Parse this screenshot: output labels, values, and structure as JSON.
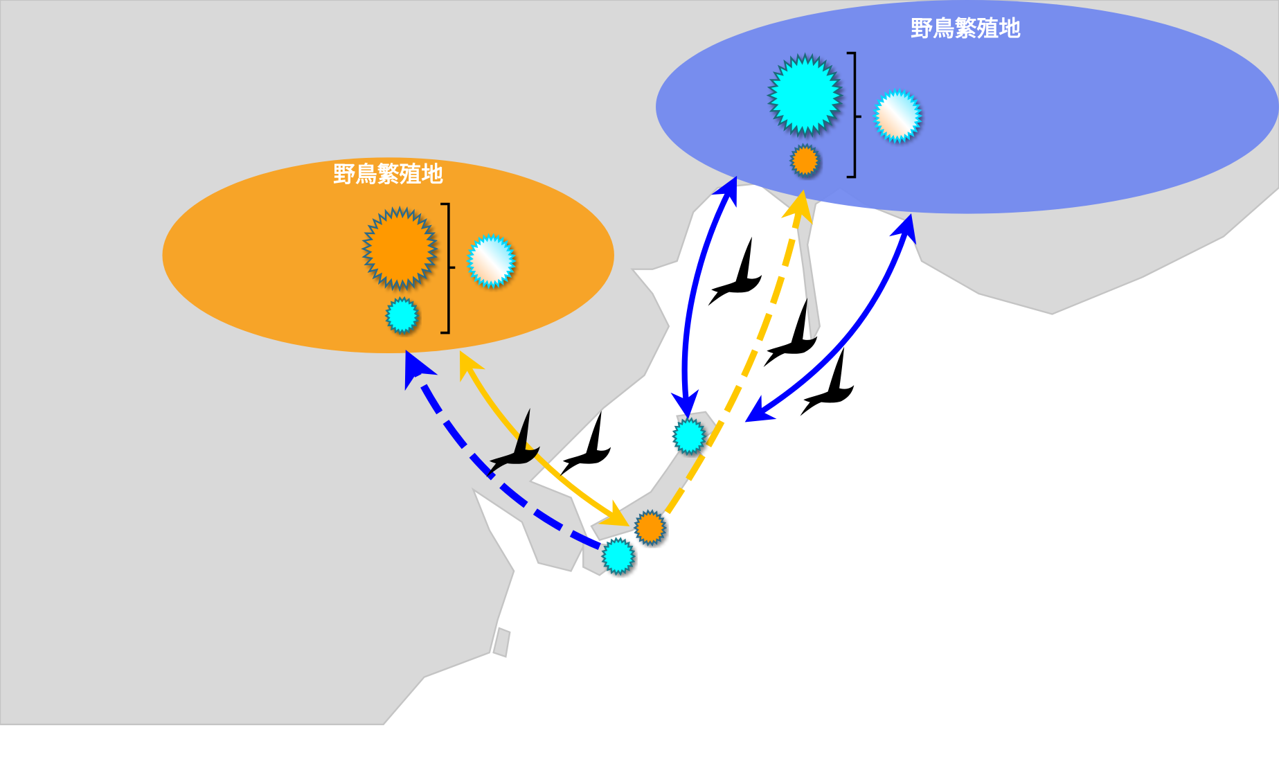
{
  "regions": [
    {
      "label": "野鳥繁殖地",
      "color": "#f7a428"
    },
    {
      "label": "野鳥繁殖地",
      "color": "#6f87f0"
    }
  ],
  "colors": {
    "land": "#d9d9d9",
    "sea": "#ffffff",
    "blue_arrow": "#0000ff",
    "yellow_arrow": "#ffc800",
    "virus_orange": "#ff9900",
    "virus_cyan": "#00ffff"
  },
  "icons": [
    "starburst-orange",
    "starburst-cyan",
    "starburst-gradient",
    "crane-silhouette",
    "bracket"
  ]
}
